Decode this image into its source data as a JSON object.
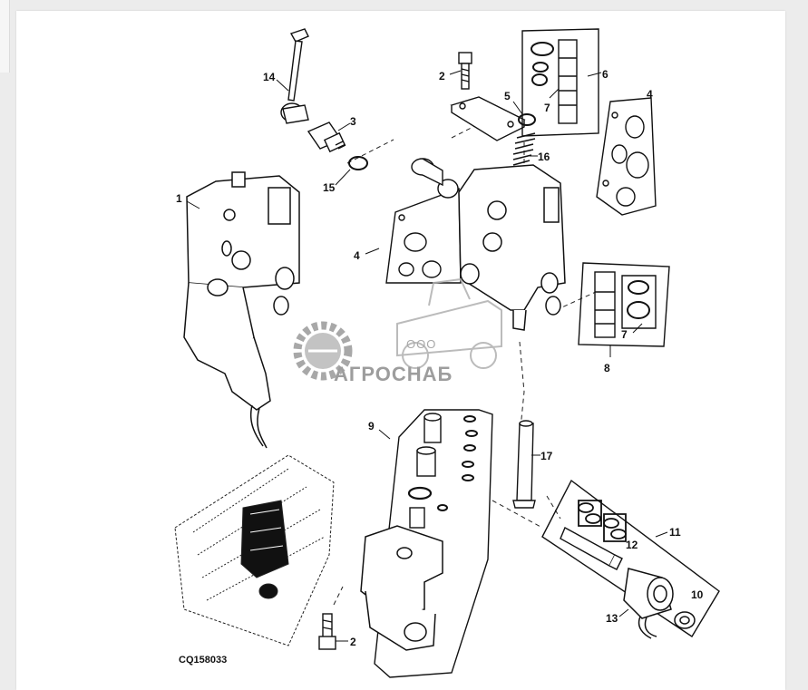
{
  "diagram": {
    "figure_code": "CQ158033",
    "callouts": [
      "14",
      "3",
      "15",
      "1",
      "2",
      "5",
      "6",
      "7",
      "4",
      "16",
      "4",
      "8",
      "7",
      "9",
      "17",
      "11",
      "12",
      "13",
      "10",
      "2"
    ]
  },
  "watermark": {
    "prefix": "ООО",
    "brand": "АГРОСНАБ"
  },
  "colors": {
    "ink": "#111111",
    "watermark": "#8c8c8c",
    "background": "#ffffff"
  }
}
